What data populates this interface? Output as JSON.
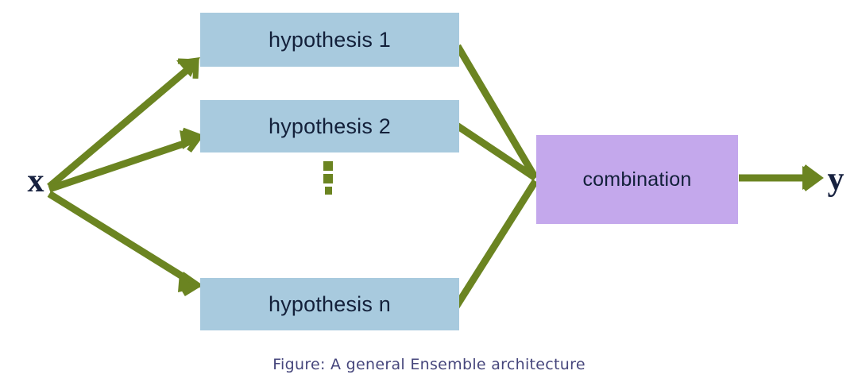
{
  "figure": {
    "caption": "Figure: A general Ensemble architecture",
    "input_label": "x",
    "output_label": "y"
  },
  "nodes": {
    "hypotheses": [
      {
        "id": "hypothesis-1",
        "label": "hypothesis 1"
      },
      {
        "id": "hypothesis-2",
        "label": "hypothesis 2"
      },
      {
        "id": "hypothesis-n",
        "label": "hypothesis n"
      }
    ],
    "combination": {
      "id": "combination",
      "label": "combination"
    },
    "ellipsis": "⋮"
  },
  "colors": {
    "hypothesis_fill": "#a8cade",
    "combination_fill": "#c4a8ec",
    "arrow": "#6b8421",
    "node_text": "#13203a",
    "io_text": "#17213f",
    "caption_text": "#46467c",
    "background": "#ffffff"
  },
  "edges": [
    {
      "id": "edge-x-to-hypothesis-1",
      "from": "x",
      "to": "hypothesis 1",
      "arrowhead": true
    },
    {
      "id": "edge-x-to-hypothesis-2",
      "from": "x",
      "to": "hypothesis 2",
      "arrowhead": true
    },
    {
      "id": "edge-x-to-hypothesis-n",
      "from": "x",
      "to": "hypothesis n",
      "arrowhead": true
    },
    {
      "id": "edge-hypothesis-1-to-combination",
      "from": "hypothesis 1",
      "to": "combination",
      "arrowhead": false
    },
    {
      "id": "edge-hypothesis-2-to-combination",
      "from": "hypothesis 2",
      "to": "combination",
      "arrowhead": false
    },
    {
      "id": "edge-hypothesis-n-to-combination",
      "from": "hypothesis n",
      "to": "combination",
      "arrowhead": false
    },
    {
      "id": "edge-combination-to-y",
      "from": "combination",
      "to": "y",
      "arrowhead": true
    }
  ]
}
